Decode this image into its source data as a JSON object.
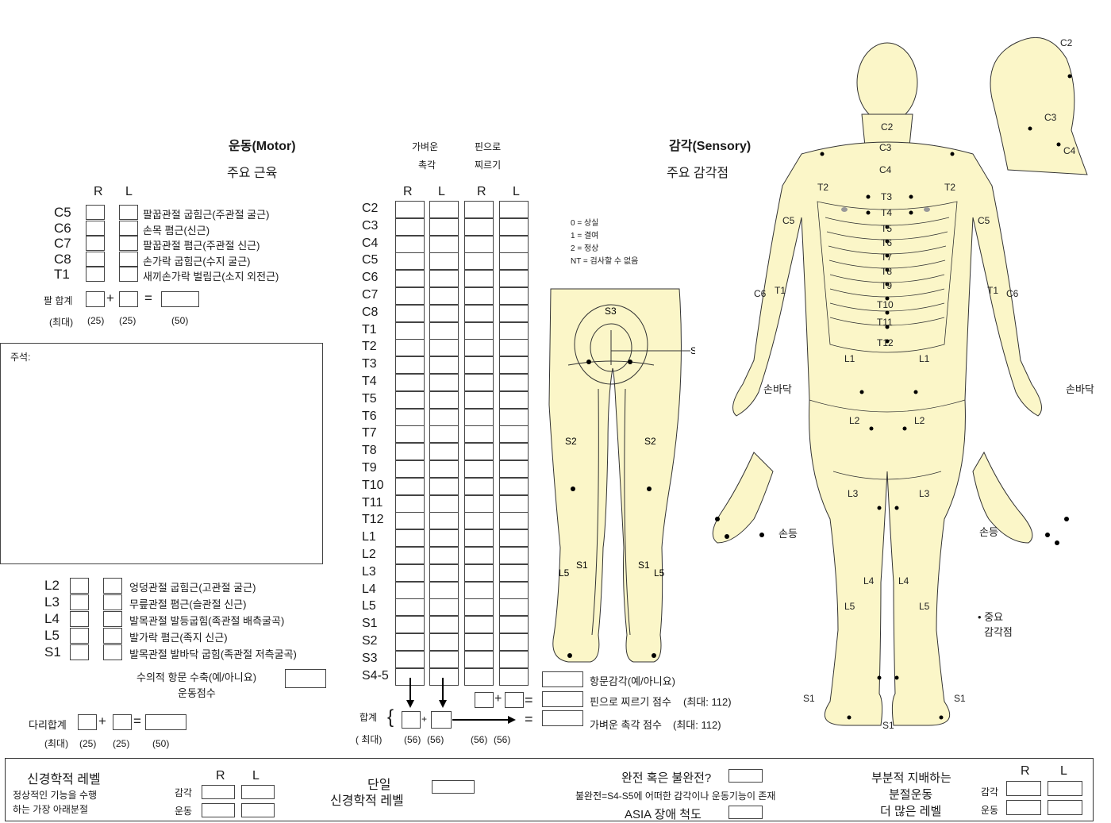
{
  "motor": {
    "title": "운동(Motor)",
    "subtitle": "주요 근육",
    "col_r": "R",
    "col_l": "L",
    "upper": [
      {
        "level": "C5",
        "muscle": "팔꿉관절 굽힘근(주관절 굴근)"
      },
      {
        "level": "C6",
        "muscle": "손목 폄근(신근)"
      },
      {
        "level": "C7",
        "muscle": "팔꿉관절 폄근(주관절 신근)"
      },
      {
        "level": "C8",
        "muscle": "손가락 굽힘근(수지 굴근)"
      },
      {
        "level": "T1",
        "muscle": "새끼손가락 벌림근(소지 외전근)"
      }
    ],
    "arm_total": "팔 합계",
    "max_label": "(최대)",
    "max_25a": "(25)",
    "max_25b": "(25)",
    "max_50": "(50)",
    "plus": "+",
    "equals": "=",
    "comments": "주석:",
    "lower": [
      {
        "level": "L2",
        "muscle": "엉덩관절 굽힘근(고관절 굴근)"
      },
      {
        "level": "L3",
        "muscle": "무릎관절 폄근(슬관절 신근)"
      },
      {
        "level": "L4",
        "muscle": "발목관절 발등굽힘(족관절 배측굴곡)"
      },
      {
        "level": "L5",
        "muscle": "발가락 폄근(족지 신근)"
      },
      {
        "level": "S1",
        "muscle": "발목관절 발바닥 굽힘(족관절 저측굴곡)"
      }
    ],
    "anal_contraction": "수의적 항문 수축(예/아니요)",
    "motor_score": "운동점수",
    "leg_total": "다리합계",
    "leg_max": "(최대)",
    "leg_25a": "(25)",
    "leg_25b": "(25)",
    "leg_50": "(50)"
  },
  "sensory_cols": {
    "light_touch_1": "가벼운",
    "light_touch_2": "촉각",
    "pin_1": "핀으로",
    "pin_2": "찌르기",
    "r1": "R",
    "l1": "L",
    "r2": "R",
    "l2": "L"
  },
  "levels": [
    "C2",
    "C3",
    "C4",
    "C5",
    "C6",
    "C7",
    "C8",
    "T1",
    "T2",
    "T3",
    "T4",
    "T5",
    "T6",
    "T7",
    "T8",
    "T9",
    "T10",
    "T11",
    "T12",
    "L1",
    "L2",
    "L3",
    "L4",
    "L5",
    "S1",
    "S2",
    "S3",
    "S4-5"
  ],
  "totals": {
    "label": "합계",
    "max_label": "( 최대)",
    "brace": "{",
    "plus": "+",
    "equals": "=",
    "m56a": "(56)",
    "m56b": "(56)",
    "m56c": "(56)",
    "m56d": "(56)"
  },
  "scores": {
    "anal_sensation": "항문감각(예/아니요)",
    "pin_score": "핀으로 찌르기 점수",
    "pin_max": "(최대: 112)",
    "light_score": "가벼운 촉각 점수",
    "light_max": "(최대: 112)"
  },
  "sensory": {
    "title": "감각(Sensory)",
    "subtitle": "주요 감각점"
  },
  "legend": {
    "l0": "0 = 상실",
    "l1": "1 = 결여",
    "l2": "2 = 정상",
    "nt": "NT = 검사할 수 없음"
  },
  "body_labels": {
    "palm_left": "손바닥",
    "palm_right": "손바닥",
    "back_left": "손등",
    "back_right": "손등",
    "key_point_1": "• 중요",
    "key_point_2": "감각점"
  },
  "footer": {
    "neuro_level": "신경학적 레벨",
    "neuro_desc_1": "정상적인 기능을 수행",
    "neuro_desc_2": "하는 가장 아래분절",
    "sens": "감각",
    "motor": "운동",
    "r": "R",
    "l": "L",
    "single_1": "단일",
    "single_2": "신경학적 레벨",
    "complete": "완전 혹은 불완전?",
    "incomplete_def": "불완전=S4-S5에 어떠한 감각이나 운동기능이 존재",
    "asia": "ASIA 장애 척도",
    "zpp_1": "부분적 지배하는",
    "zpp_2": "분절운동",
    "zpp_3": "더 많은 레벨",
    "sens2": "감각",
    "motor2": "운동",
    "r2": "R",
    "l2": "L"
  },
  "colors": {
    "skin": "#fbf6c8",
    "line": "#333333",
    "border": "#444444"
  }
}
